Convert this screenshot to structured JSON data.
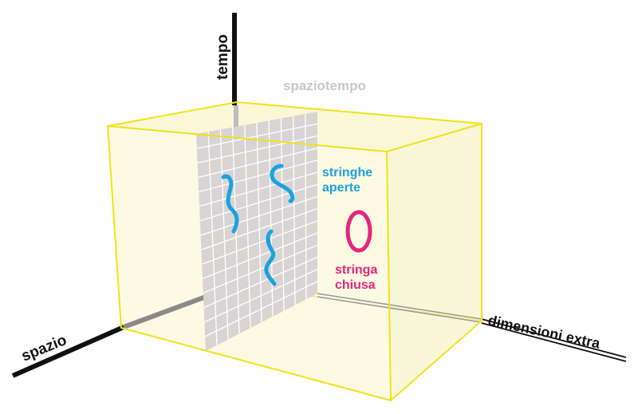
{
  "labels": {
    "time_axis": "tempo",
    "space_axis": "spazio",
    "extra_axis": "dimensioni extra",
    "spacetime": "spaziotempo",
    "open_strings_line1": "stringhe",
    "open_strings_line2": "aperte",
    "closed_string_line1": "stringa",
    "closed_string_line2": "chiusa"
  },
  "colors": {
    "box_edge": "#f2e21a",
    "box_fill": "#fbf8d6",
    "axis": "#111111",
    "grid_fill": "#d8d4d4",
    "grid_line": "#ffffff",
    "open_string": "#1aa3de",
    "closed_string": "#e4267f",
    "spacetime_label": "#c8c8c8"
  }
}
